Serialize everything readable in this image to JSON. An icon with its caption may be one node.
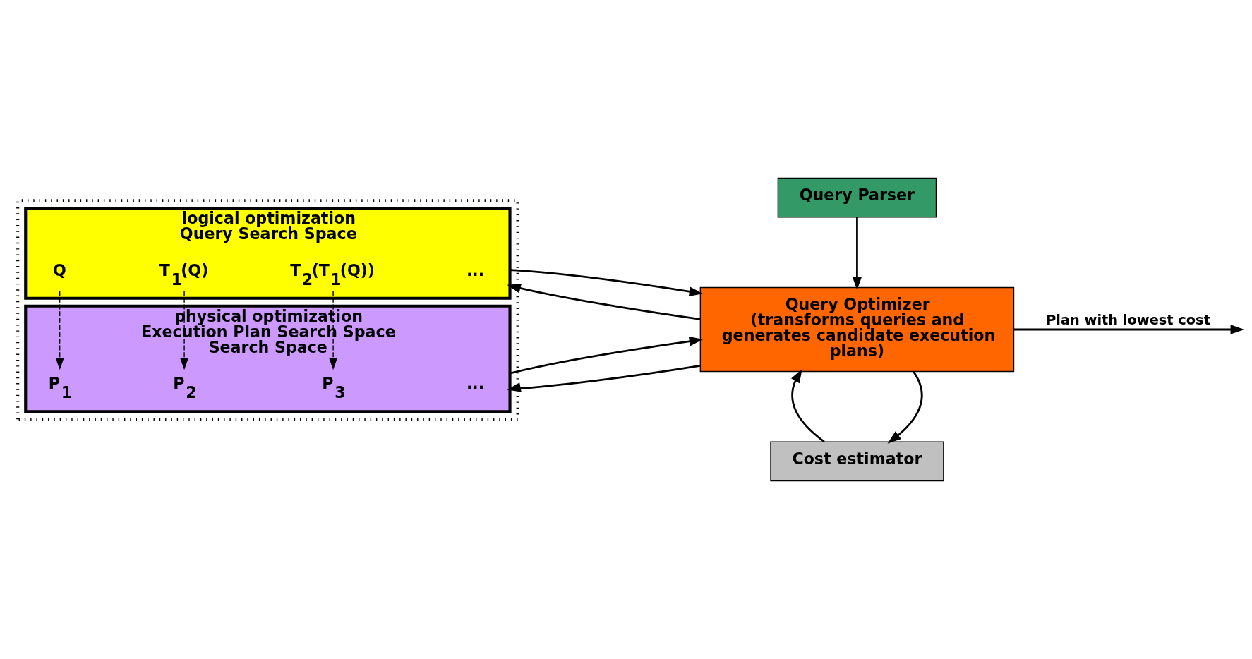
{
  "diagram": {
    "nodes": [
      {
        "text": [],
        "shape": "box"
      },
      {
        "text": [
          "logical optimization",
          "Query Search Space"
        ],
        "in": 0
      },
      {
        "text": [
          "Q"
        ],
        "in": 1
      },
      {
        "text": [
          "T$_{1}$(Q)"
        ],
        "in": 1
      },
      {
        "text": [
          "T$_{2}$(T$_{1}$(Q))"
        ],
        "in": 1
      },
      {
        "text": [
          "physical optimization",
          "Execution Plan Search Space",
          "Search Space"
        ],
        "in": 0
      },
      {
        "text": [
          "P$_{1}$"
        ],
        "in": 5
      },
      {
        "text": [
          "P$_{2}$"
        ],
        "in": 5
      },
      {
        "text": [
          "P$_{3}$"
        ],
        "in": 5
      },
      {
        "text": [
          "Query Parser"
        ]
      },
      {
        "text": [
          "Query Optimizer",
          "(transforms queries and generates candidate execution plans)"
        ]
      },
      {
        "text": [
          "Cost estimator"
        ]
      }
    ],
    "edges": [
      {
        "from": 9,
        "to": 10,
        "arrow": "to"
      },
      {
        "from": 10,
        "to": 1,
        "arrow": "to"
      },
      {
        "from": 1,
        "to": 10,
        "arrow": "to"
      },
      {
        "from": 2,
        "to": 6,
        "arrow": "to",
        "style": "dashed"
      },
      {
        "from": 3,
        "to": 7,
        "arrow": "to",
        "style": "dashed"
      },
      {
        "from": 4,
        "to": 8,
        "arrow": "to",
        "style": "dashed"
      },
      {
        "from": 10,
        "to": 5,
        "arrow": "to"
      },
      {
        "from": 5,
        "to": 10,
        "arrow": "to"
      },
      {
        "from": 10,
        "to": null,
        "arrow": "to",
        "label": "Plan with lowest cost"
      },
      {
        "from": 10,
        "to": 11,
        "arrow": "to"
      },
      {
        "from": 11,
        "to": 10,
        "arrow": "to"
      }
    ],
    "labels": [
      "...",
      "..."
    ]
  }
}
